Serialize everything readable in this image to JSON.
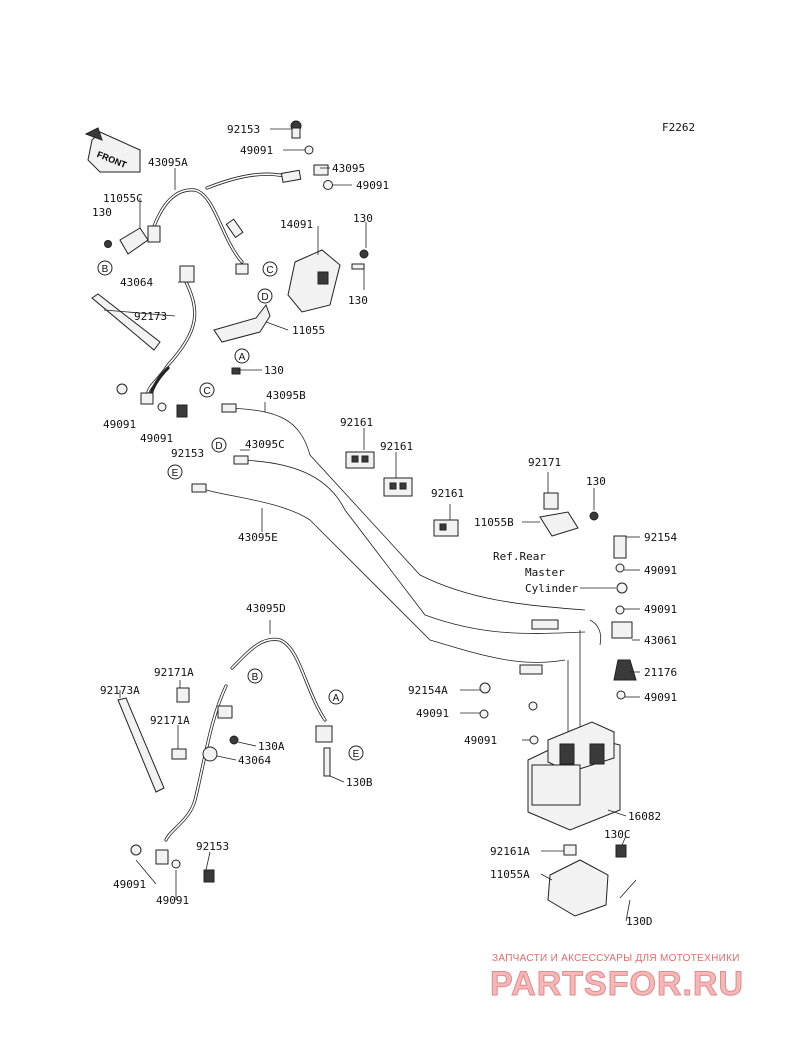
{
  "figure_code": "F2262",
  "front_badge": "FRONT",
  "callouts": [
    {
      "id": "c1",
      "text": "92153"
    },
    {
      "id": "c2",
      "text": "49091"
    },
    {
      "id": "c3",
      "text": "43095"
    },
    {
      "id": "c4",
      "text": "49091"
    },
    {
      "id": "c5",
      "text": "43095A"
    },
    {
      "id": "c6",
      "text": "11055C"
    },
    {
      "id": "c7",
      "text": "130"
    },
    {
      "id": "c8",
      "text": "14091"
    },
    {
      "id": "c9",
      "text": "130"
    },
    {
      "id": "c10",
      "text": "43064"
    },
    {
      "id": "c11",
      "text": "130"
    },
    {
      "id": "c12",
      "text": "92173"
    },
    {
      "id": "c13",
      "text": "11055"
    },
    {
      "id": "c14",
      "text": "130"
    },
    {
      "id": "c15",
      "text": "43095B"
    },
    {
      "id": "c16",
      "text": "49091"
    },
    {
      "id": "c17",
      "text": "49091"
    },
    {
      "id": "c18",
      "text": "92161"
    },
    {
      "id": "c19",
      "text": "43095C"
    },
    {
      "id": "c20",
      "text": "92161"
    },
    {
      "id": "c21",
      "text": "92153"
    },
    {
      "id": "c22",
      "text": "92171"
    },
    {
      "id": "c23",
      "text": "130"
    },
    {
      "id": "c24",
      "text": "92161"
    },
    {
      "id": "c25",
      "text": "11055B"
    },
    {
      "id": "c26",
      "text": "43095E"
    },
    {
      "id": "c27",
      "text": "92154"
    },
    {
      "id": "c28",
      "text": "49091"
    },
    {
      "id": "c29",
      "text": "49091"
    },
    {
      "id": "c30",
      "text": "43095D"
    },
    {
      "id": "c31",
      "text": "43061"
    },
    {
      "id": "c32",
      "text": "92171A"
    },
    {
      "id": "c33",
      "text": "21176"
    },
    {
      "id": "c34",
      "text": "92173A"
    },
    {
      "id": "c35",
      "text": "92154A"
    },
    {
      "id": "c36",
      "text": "49091"
    },
    {
      "id": "c37",
      "text": "92171A"
    },
    {
      "id": "c38",
      "text": "49091"
    },
    {
      "id": "c39",
      "text": "49091"
    },
    {
      "id": "c40",
      "text": "130A"
    },
    {
      "id": "c41",
      "text": "43064"
    },
    {
      "id": "c42",
      "text": "130B"
    },
    {
      "id": "c43",
      "text": "16082"
    },
    {
      "id": "c44",
      "text": "130C"
    },
    {
      "id": "c45",
      "text": "92153"
    },
    {
      "id": "c46",
      "text": "92161A"
    },
    {
      "id": "c47",
      "text": "49091"
    },
    {
      "id": "c48",
      "text": "11055A"
    },
    {
      "id": "c49",
      "text": "49091"
    },
    {
      "id": "c50",
      "text": "130D"
    }
  ],
  "ref_note": {
    "line1": "Ref.Rear",
    "line2": "Master",
    "line3": "Cylinder"
  },
  "markers": [
    {
      "id": "m1",
      "text": "C"
    },
    {
      "id": "m2",
      "text": "D"
    },
    {
      "id": "m3",
      "text": "B"
    },
    {
      "id": "m4",
      "text": "A"
    },
    {
      "id": "m5",
      "text": "C"
    },
    {
      "id": "m6",
      "text": "D"
    },
    {
      "id": "m7",
      "text": "E"
    },
    {
      "id": "m8",
      "text": "B"
    },
    {
      "id": "m9",
      "text": "A"
    },
    {
      "id": "m10",
      "text": "E"
    }
  ],
  "watermark": {
    "tagline": "ЗАПЧАСТИ И АКСЕССУАРЫ ДЛЯ МОТОТЕХНИКИ",
    "brand": "PARTSFOR.RU"
  }
}
